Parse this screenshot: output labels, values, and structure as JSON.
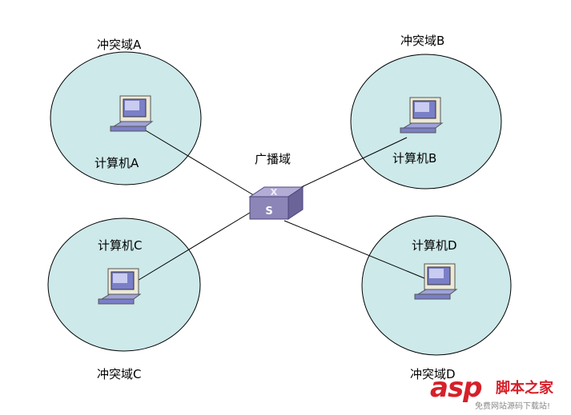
{
  "domains": {
    "a": "冲突域A",
    "b": "冲突域B",
    "c": "冲突域C",
    "d": "冲突域D"
  },
  "computers": {
    "a": "计算机A",
    "b": "计算机B",
    "c": "计算机C",
    "d": "计算机D"
  },
  "broadcast_label": "广播域",
  "switch_icon_letters": {
    "top": "X",
    "front": "S"
  },
  "watermark": {
    "brand": "asp",
    "site": "脚本之家",
    "slogan": "免费网站源码下载站!"
  },
  "colors": {
    "domain_fill": "#cde9ea",
    "domain_stroke": "#000000",
    "switch_fill": "#8c85b8",
    "monitor_fill": "#7a7fc7",
    "watermark": "#d6202a"
  },
  "icons": {
    "computer": "desktop-computer-icon",
    "switch": "network-switch-icon"
  }
}
